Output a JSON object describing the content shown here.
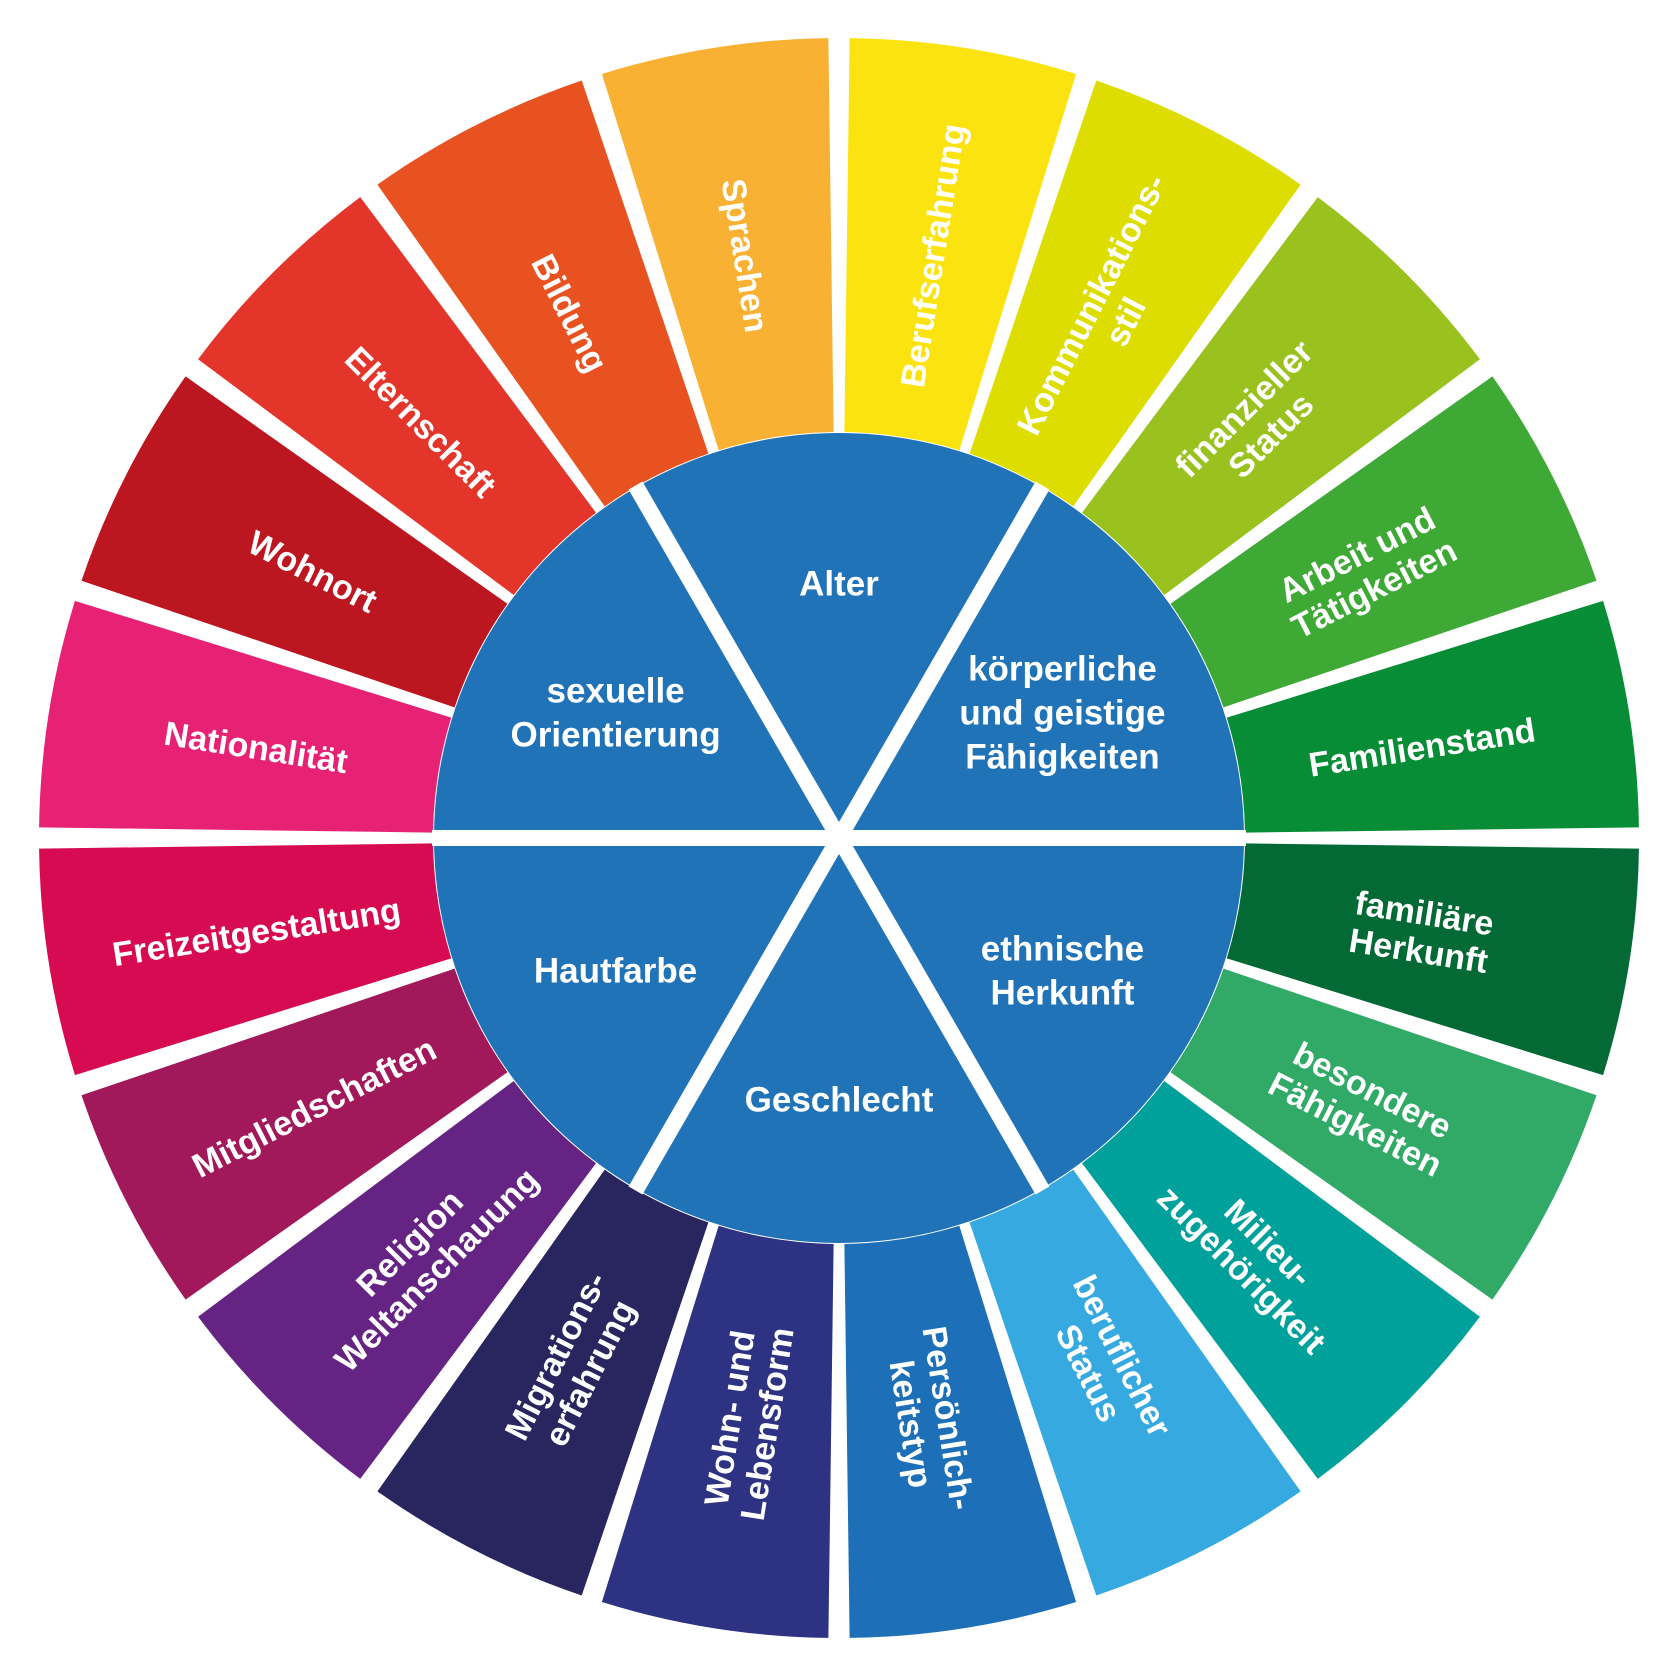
{
  "outer_ring": [
    {
      "lines": [
        "Berufserfahrung"
      ],
      "color": "#fbe30f"
    },
    {
      "lines": [
        "Kommunikations-",
        "stil"
      ],
      "color": "#dedd00"
    },
    {
      "lines": [
        "finanzieller",
        "Status"
      ],
      "color": "#9ac21e"
    },
    {
      "lines": [
        "Arbeit und",
        "Tätigkeiten"
      ],
      "color": "#3fa935"
    },
    {
      "lines": [
        "Familienstand"
      ],
      "color": "#078d36"
    },
    {
      "lines": [
        "familiäre",
        "Herkunft"
      ],
      "color": "#036a35"
    },
    {
      "lines": [
        "besondere",
        "Fähigkeiten"
      ],
      "color": "#31aa68"
    },
    {
      "lines": [
        "Milieu-",
        "zugehörigkeit"
      ],
      "color": "#00a19a"
    },
    {
      "lines": [
        "beruflicher",
        "Status"
      ],
      "color": "#36a9e1"
    },
    {
      "lines": [
        "Persönlich-",
        "keitstyp"
      ],
      "color": "#1d70b7"
    },
    {
      "lines": [
        "Wohn- und",
        "Lebensform"
      ],
      "color": "#2e3283"
    },
    {
      "lines": [
        "Migrations-",
        "erfahrung"
      ],
      "color": "#29255f"
    },
    {
      "lines": [
        "Religion",
        "Weltanschauung"
      ],
      "color": "#652483"
    },
    {
      "lines": [
        "Mitgliedschaften"
      ],
      "color": "#a2195b"
    },
    {
      "lines": [
        "Freizeitgestaltung"
      ],
      "color": "#d60b51"
    },
    {
      "lines": [
        "Nationalität"
      ],
      "color": "#e72275"
    },
    {
      "lines": [
        "Wohnort"
      ],
      "color": "#bc1621"
    },
    {
      "lines": [
        "Elternschaft"
      ],
      "color": "#e3352a"
    },
    {
      "lines": [
        "Bildung"
      ],
      "color": "#e85220"
    },
    {
      "lines": [
        "Sprachen"
      ],
      "color": "#f8b133"
    }
  ],
  "inner_core": {
    "color": "#2173b8",
    "segments": [
      {
        "lines": [
          "Alter"
        ]
      },
      {
        "lines": [
          "körperliche",
          "und geistige",
          "Fähigkeiten"
        ]
      },
      {
        "lines": [
          "ethnische",
          "Herkunft"
        ]
      },
      {
        "lines": [
          "Geschlecht"
        ]
      },
      {
        "lines": [
          "Hautfarbe"
        ]
      },
      {
        "lines": [
          "sexuelle",
          "Orientierung"
        ]
      }
    ]
  }
}
